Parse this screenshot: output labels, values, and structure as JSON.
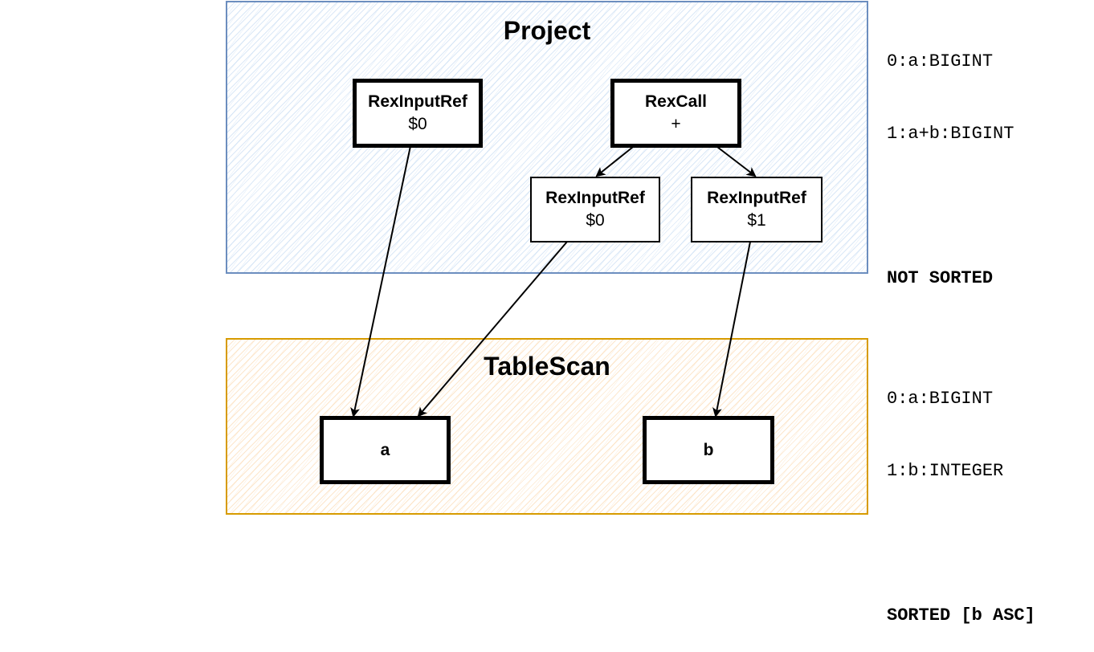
{
  "project": {
    "title": "Project",
    "node_rexinputref_top": {
      "title": "RexInputRef",
      "value": "$0"
    },
    "node_rexcall": {
      "title": "RexCall",
      "value": "+"
    },
    "node_rexinputref_0": {
      "title": "RexInputRef",
      "value": "$0"
    },
    "node_rexinputref_1": {
      "title": "RexInputRef",
      "value": "$1"
    },
    "schema": [
      "0:a:BIGINT",
      "1:a+b:BIGINT"
    ],
    "sort_status": "NOT SORTED"
  },
  "tablescan": {
    "title": "TableScan",
    "column_a": "a",
    "column_b": "b",
    "schema": [
      "0:a:BIGINT",
      "1:b:INTEGER"
    ],
    "sort_status": "SORTED [b ASC]"
  },
  "colors": {
    "project_border": "#6c8ebf",
    "project_hatch": "#dae8fc",
    "tablescan_border": "#d79b00",
    "tablescan_hatch": "#ffe6cc"
  }
}
